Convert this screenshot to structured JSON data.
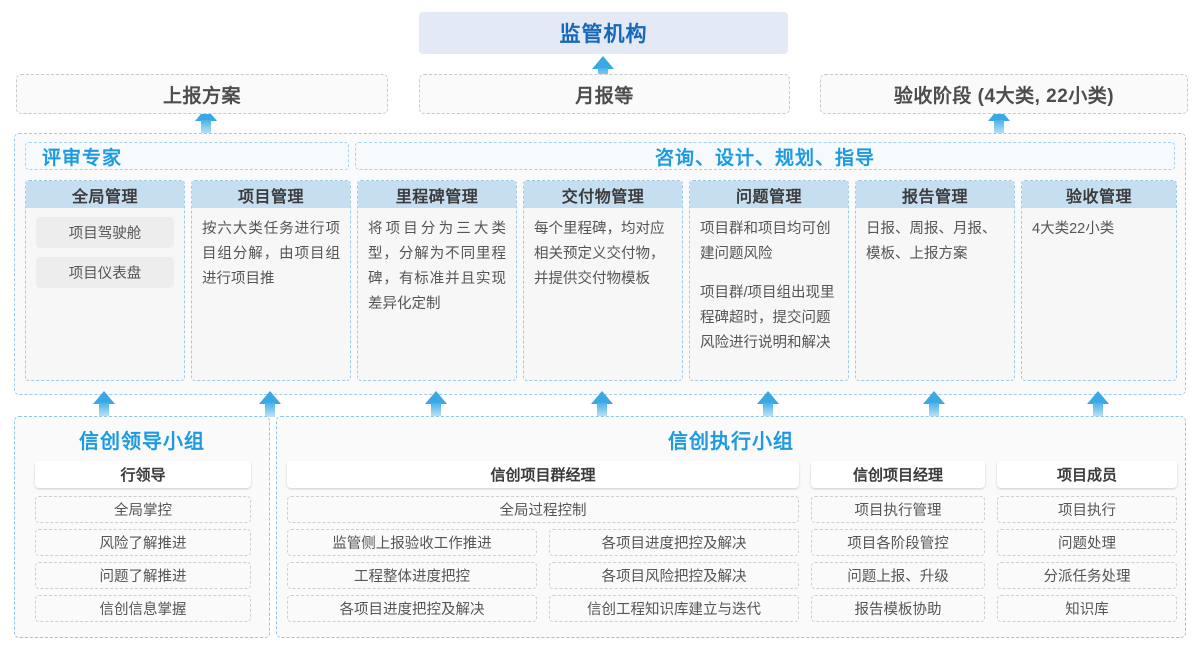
{
  "top": {
    "regulator": "监管机构",
    "outputs": [
      {
        "label": "上报方案"
      },
      {
        "label": "月报等"
      },
      {
        "label": "验收阶段 (4大类, 22小类)"
      }
    ]
  },
  "middle": {
    "left_label": "评审专家",
    "center_label": "咨询、设计、规划、指导",
    "cards": [
      {
        "title": "全局管理",
        "paras": [],
        "pills": [
          "项目驾驶舱",
          "项目仪表盘"
        ]
      },
      {
        "title": "项目管理",
        "paras": [
          "按六大类任务进行项目组分解，由项目组进行项目推"
        ],
        "pills": []
      },
      {
        "title": "里程碑管理",
        "paras": [
          "将项目分为三大类型，分解为不同里程碑，有标准并且实现差异化定制"
        ],
        "pills": []
      },
      {
        "title": "交付物管理",
        "paras": [
          "每个里程碑，均对应相关预定义交付物，并提供交付物模板"
        ],
        "pills": []
      },
      {
        "title": "问题管理",
        "paras": [
          "项目群和项目均可创建问题风险",
          "项目群/项目组出现里程碑超时，提交问题风险进行说明和解决"
        ],
        "pills": []
      },
      {
        "title": "报告管理",
        "paras": [
          "日报、周报、月报、模板、上报方案"
        ],
        "pills": []
      },
      {
        "title": "验收管理",
        "paras": [
          "4大类22小类"
        ],
        "pills": []
      }
    ]
  },
  "bottom": {
    "leader_group": {
      "title": "信创领导小组",
      "role": "行领导",
      "tasks": [
        "全局掌控",
        "风险了解推进",
        "问题了解推进",
        "信创信息掌握"
      ]
    },
    "exec_group": {
      "title": "信创执行小组",
      "program_manager": {
        "role": "信创项目群经理",
        "full_width_task": "全局过程控制",
        "left_tasks": [
          "监管侧上报验收工作推进",
          "工程整体进度把控",
          "各项目进度把控及解决"
        ],
        "right_tasks": [
          "各项目进度把控及解决",
          "各项目风险把控及解决",
          "信创工程知识库建立与迭代"
        ]
      },
      "project_manager": {
        "role": "信创项目经理",
        "tasks": [
          "项目执行管理",
          "项目各阶段管控",
          "问题上报、升级",
          "报告模板协助"
        ]
      },
      "member": {
        "role": "项目成员",
        "tasks": [
          "项目执行",
          "问题处理",
          "分派任务处理",
          "知识库"
        ]
      }
    }
  },
  "colors": {
    "banner_bg": "#e3eaf5",
    "banner_text": "#1668b8",
    "accent_blue": "#1e9ae0",
    "card_head_bg": "#c6dff0",
    "arrow": "#3aa8e4"
  }
}
